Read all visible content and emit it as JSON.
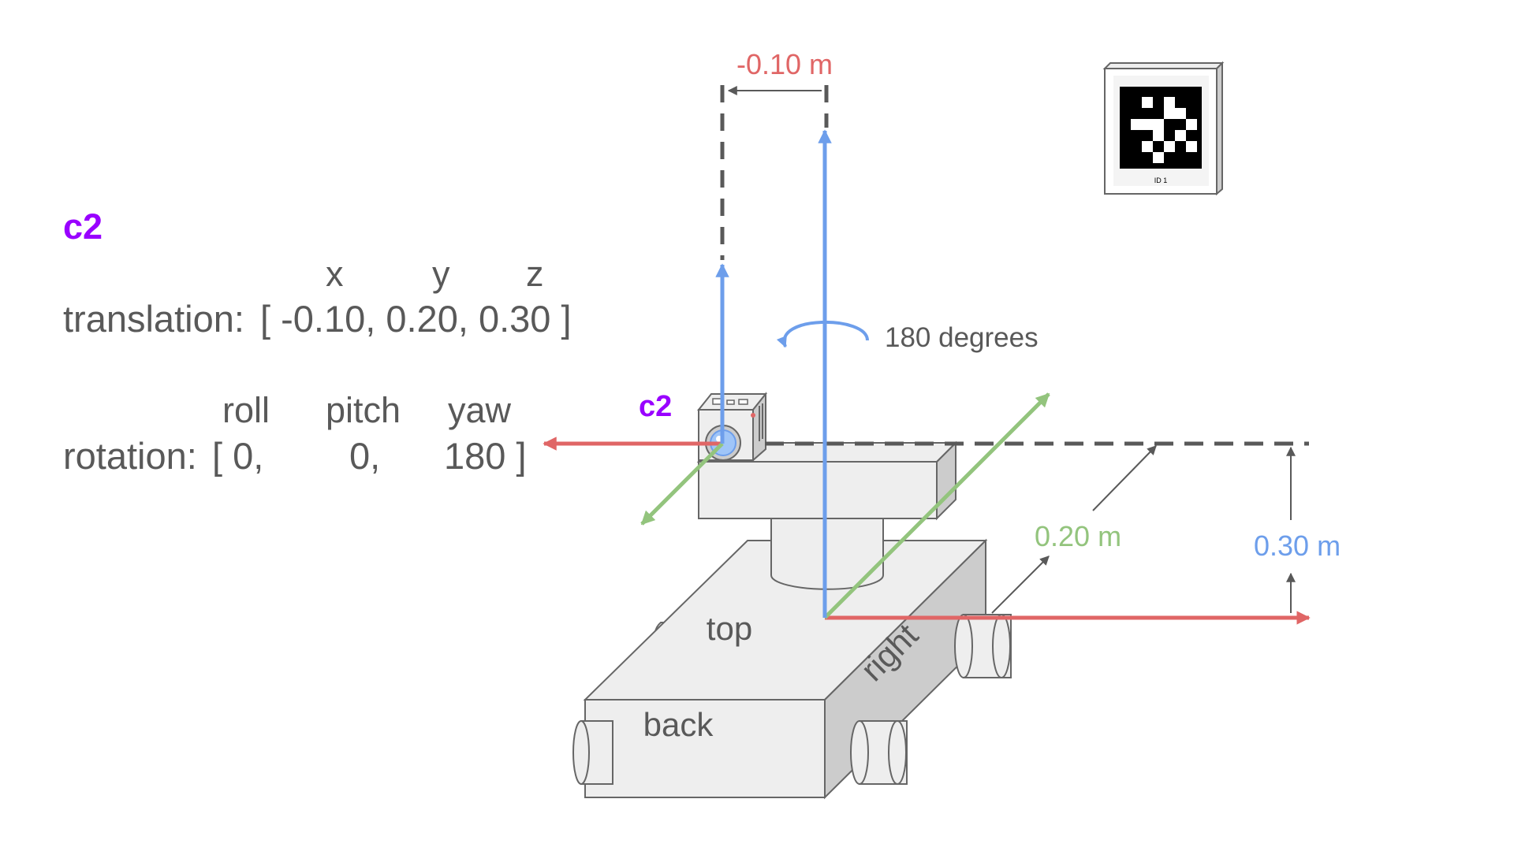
{
  "camera": {
    "name": "c2",
    "name_color": "#9900ff",
    "translation": {
      "axis_labels": [
        "x",
        "y",
        "z"
      ],
      "label": "translation:",
      "values": "[ -0.10, 0.20, 0.30 ]"
    },
    "rotation": {
      "axis_labels": [
        "roll",
        "pitch",
        "yaw"
      ],
      "label": "rotation:",
      "values": [
        "[ 0,",
        "0,",
        "180 ]"
      ]
    }
  },
  "diagram": {
    "camera_label": "c2",
    "offset_x": "-0.10 m",
    "offset_y": "0.20 m",
    "offset_z": "0.30 m",
    "rotation_note": "180 degrees",
    "robot_faces": {
      "top": "top",
      "back": "back",
      "right": "right"
    },
    "marker_id": "ID 1"
  },
  "colors": {
    "x_axis": "#e06666",
    "y_axis": "#93c47d",
    "z_axis": "#6d9eeb",
    "camera_label": "#9900ff",
    "text": "#595959",
    "dash": "#595959",
    "body_fill": "#eeeeee",
    "body_side": "#cccccc",
    "outline": "#666666"
  },
  "icons": {
    "camera": "camera-icon",
    "marker": "aruco-marker-icon",
    "rotation": "rotation-arrow-icon"
  }
}
